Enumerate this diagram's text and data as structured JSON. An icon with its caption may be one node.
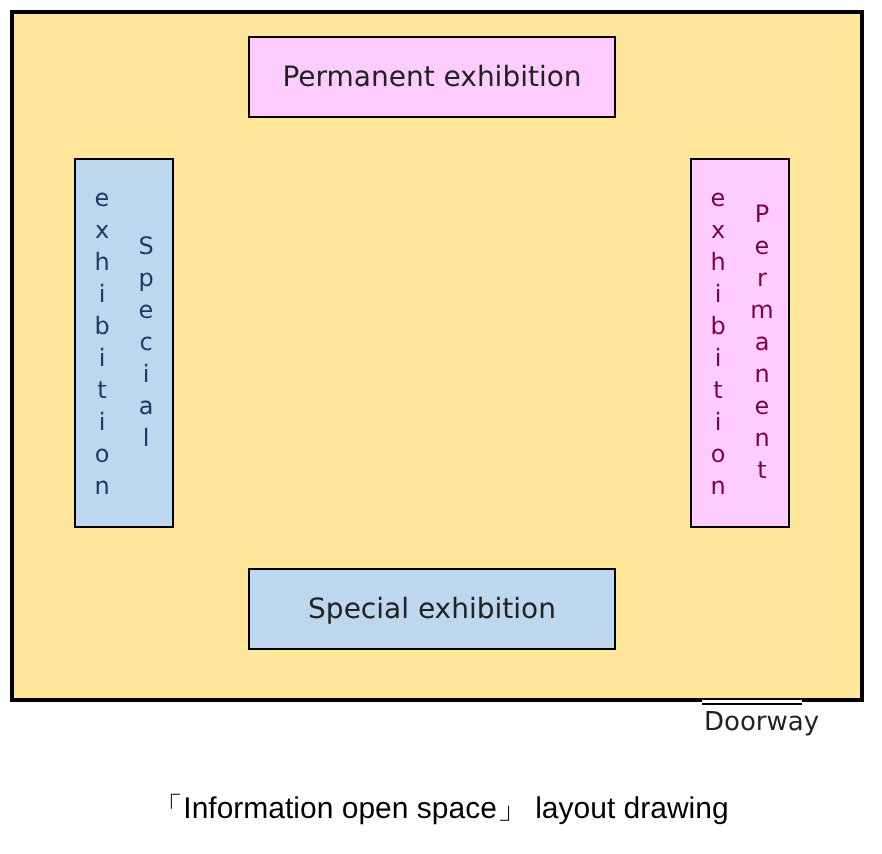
{
  "diagram": {
    "caption": "「Information open space」 layout drawing",
    "nodes": [
      {
        "text": [],
        "shape": "box"
      },
      {
        "text": [
          "Permanent exhibition"
        ],
        "in": 0
      },
      {
        "text": [
          "Special exhibition"
        ],
        "in": 0
      },
      {
        "text": [
          "Permanent exhibition"
        ],
        "in": 0
      },
      {
        "text": [
          "Special exhibition"
        ],
        "in": 0
      }
    ],
    "labels": [
      "Doorway"
    ]
  }
}
